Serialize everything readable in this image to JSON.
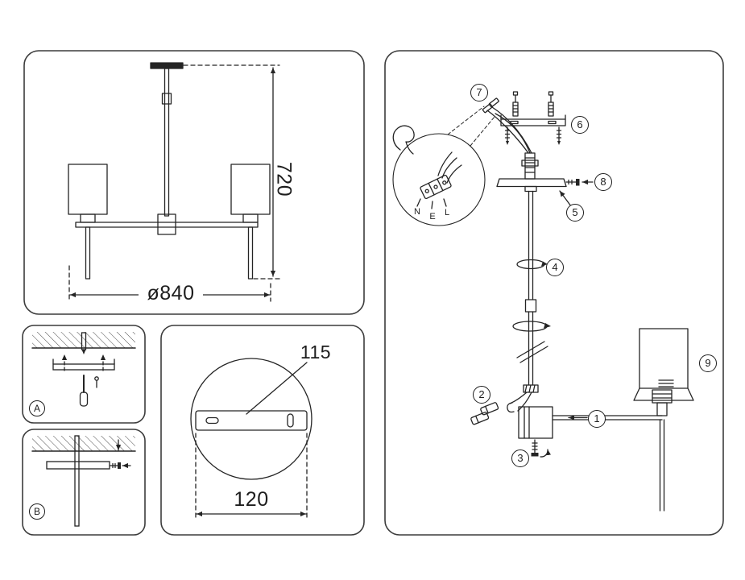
{
  "chandelier_panel": {
    "height_dimension": "720",
    "diameter_dimension": "ø840"
  },
  "mounting_steps": {
    "step_a_label": "A",
    "step_b_label": "B"
  },
  "canopy_panel": {
    "bracket_dimension": "115",
    "canopy_dimension": "120"
  },
  "assembly_panel": {
    "wire_labels": {
      "neutral": "N",
      "earth": "E",
      "live": "L"
    },
    "callouts": [
      {
        "id": "1"
      },
      {
        "id": "2"
      },
      {
        "id": "3"
      },
      {
        "id": "4"
      },
      {
        "id": "5"
      },
      {
        "id": "6"
      },
      {
        "id": "7"
      },
      {
        "id": "8"
      },
      {
        "id": "9"
      }
    ]
  }
}
